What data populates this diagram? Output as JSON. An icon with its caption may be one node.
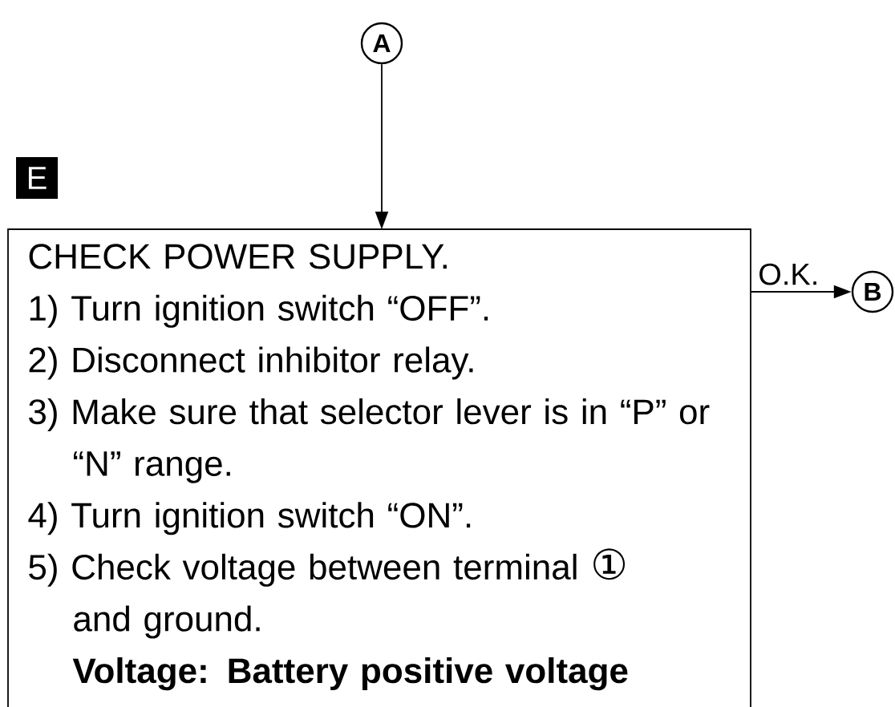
{
  "diagram": {
    "nodes": [
      {
        "text": [
          "A"
        ]
      },
      {
        "text": [
          "E",
          "CHECK POWER SUPPLY.",
          "1) Turn ignition switch “OFF”.",
          "2) Disconnect inhibitor relay.",
          "3) Make sure that selector lever is in “P” or “N” range.",
          "4) Turn ignition switch “ON”.",
          "5) Check voltage between terminal ① and ground.",
          "Voltage: Battery positive voltage"
        ]
      },
      {
        "text": [
          "B"
        ]
      }
    ],
    "edges": [
      {
        "from": 0,
        "to": 1,
        "arrow": "to"
      },
      {
        "from": 1,
        "to": 2,
        "arrow": "to",
        "label": "O.K."
      }
    ]
  }
}
